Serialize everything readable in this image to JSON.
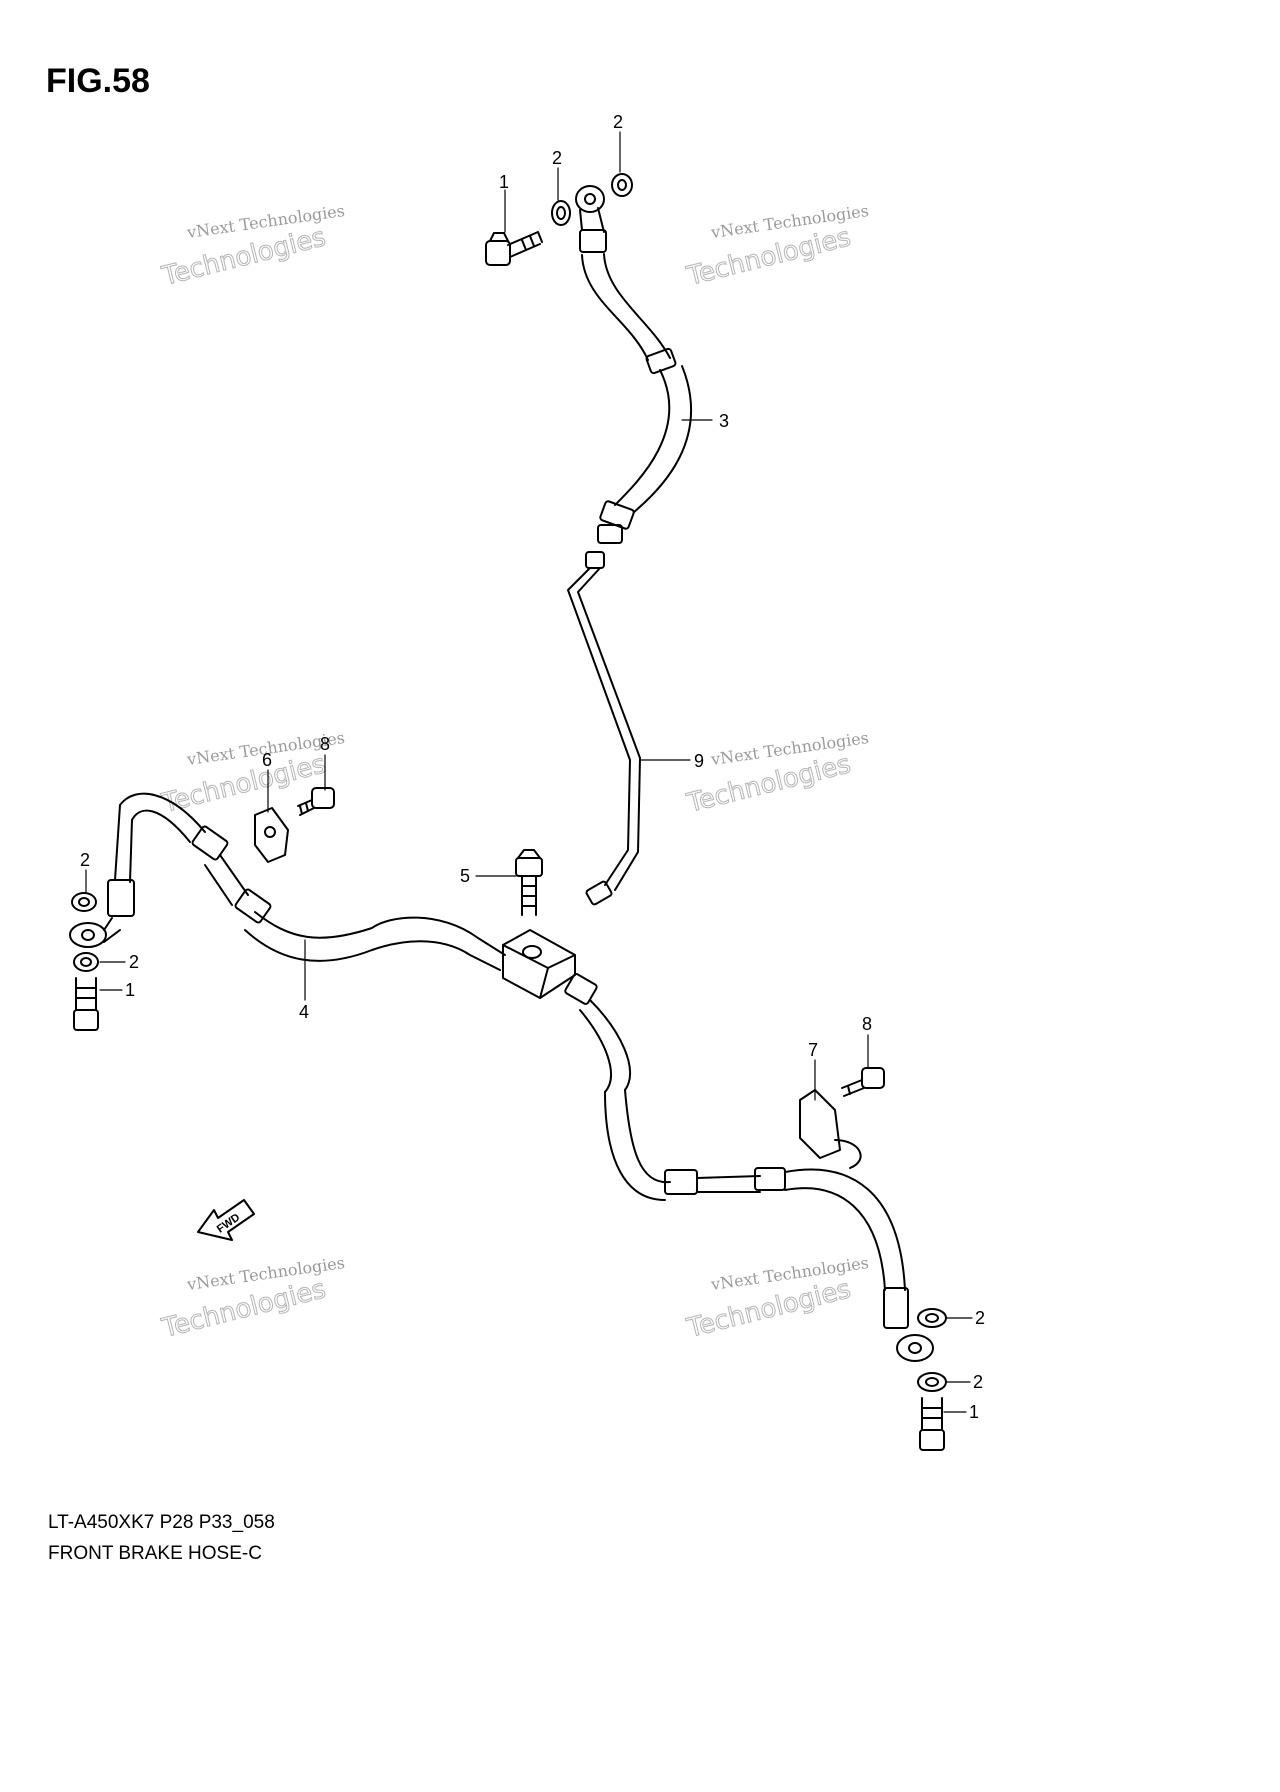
{
  "figure": {
    "title": "FIG.58"
  },
  "watermark": {
    "line1": "vNext Technologies",
    "line2": "Technologies"
  },
  "callouts": [
    {
      "id": "c1a",
      "label": "1"
    },
    {
      "id": "c2a",
      "label": "2"
    },
    {
      "id": "c2b",
      "label": "2"
    },
    {
      "id": "c3",
      "label": "3"
    },
    {
      "id": "c9",
      "label": "9"
    },
    {
      "id": "c8a",
      "label": "8"
    },
    {
      "id": "c6",
      "label": "6"
    },
    {
      "id": "c2c",
      "label": "2"
    },
    {
      "id": "c2d",
      "label": "2"
    },
    {
      "id": "c1b",
      "label": "1"
    },
    {
      "id": "c4",
      "label": "4"
    },
    {
      "id": "c5",
      "label": "5"
    },
    {
      "id": "c8b",
      "label": "8"
    },
    {
      "id": "c7",
      "label": "7"
    },
    {
      "id": "c2e",
      "label": "2"
    },
    {
      "id": "c2f",
      "label": "2"
    },
    {
      "id": "c1c",
      "label": "1"
    }
  ],
  "fwd_label": "FWD",
  "caption": {
    "code": "LT-A450XK7 P28 P33_058",
    "name": "FRONT BRAKE  HOSE-C"
  }
}
